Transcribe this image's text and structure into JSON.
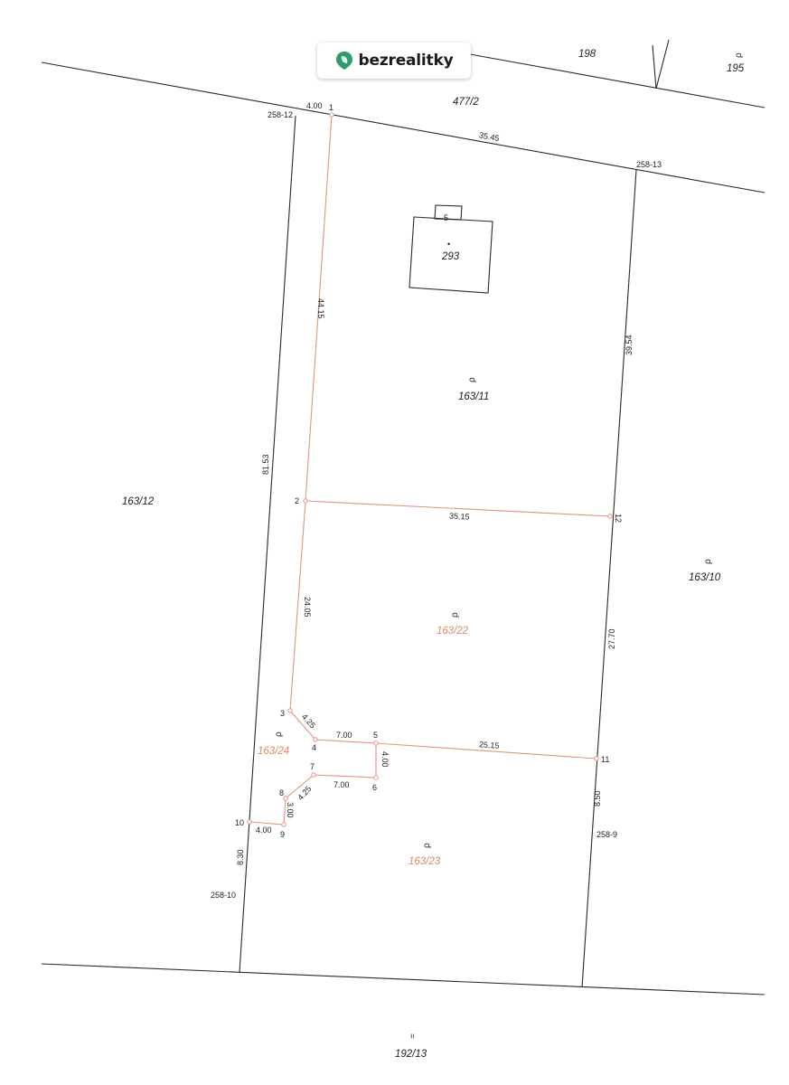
{
  "brand": {
    "name": "bezrealitky",
    "icon": "map-pin-leaf-icon",
    "icon_color": "#2e9b6b"
  },
  "colors": {
    "boundary": "#2a2a2a",
    "new_boundary": "#e0957f",
    "new_label": "#e08a66"
  },
  "parcels": {
    "p477_2": "477/2",
    "p198": "198",
    "p195": "195",
    "p293": "293",
    "p163_11": "163/11",
    "p163_12": "163/12",
    "p163_10": "163/10",
    "p163_22": "163/22",
    "p163_24": "163/24",
    "p163_23": "163/23",
    "p192_13": "192/13"
  },
  "symbols": {
    "meadow": "ρ",
    "road": "=",
    "building_point": "•",
    "five": "5"
  },
  "points": [
    "1",
    "2",
    "3",
    "4",
    "5",
    "6",
    "7",
    "8",
    "9",
    "10",
    "11",
    "12"
  ],
  "dimensions": {
    "d_4_00_top": "4.00",
    "d_35_45": "35.45",
    "d_44_15": "44.15",
    "d_39_54": "39.54",
    "d_81_53": "81.53",
    "d_35_15": "35.15",
    "d_24_05": "24.05",
    "d_27_70": "27.70",
    "d_4_25_a": "4.25",
    "d_7_00_a": "7.00",
    "d_25_15": "25.15",
    "d_4_00_v": "4.00",
    "d_7_00_b": "7.00",
    "d_4_25_b": "4.25",
    "d_3_00": "3.00",
    "d_4_00_b": "4.00",
    "d_8_30": "8.30",
    "d_8_50": "8.50"
  },
  "markers": {
    "m258_12": "258-12",
    "m258_13": "258-13",
    "m258_9": "258-9",
    "m258_10": "258-10"
  }
}
